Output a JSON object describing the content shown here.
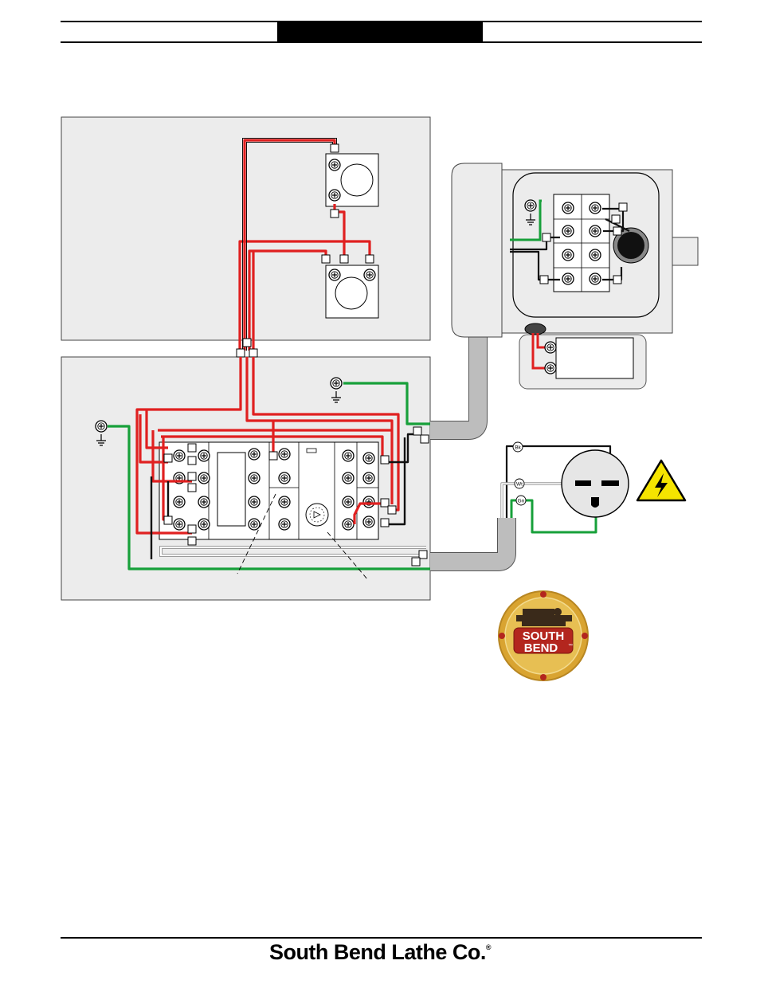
{
  "header": {
    "title": ""
  },
  "diagram": {
    "wire_labels": {
      "hot_1": "Bk",
      "neutral": "Wt",
      "ground": "Gn"
    },
    "logo_text": {
      "line1": "SOUTH",
      "line2": "BEND",
      "trademark": "™"
    },
    "colors": {
      "hot_wire": "#e02020",
      "neutral_wire": "#ffffff",
      "ground_wire": "#17a03a",
      "black_wire": "#111111",
      "conduit": "#bdbdbd",
      "panel_fill": "#ececec",
      "warning_yellow": "#f5e400",
      "logo_gold": "#d9a431",
      "logo_red": "#b3261e"
    },
    "icons": [
      "ground-symbol-icon",
      "terminal-screw-icon",
      "electrical-hazard-icon",
      "south-bend-logo"
    ]
  },
  "footer": {
    "brand": "South Bend Lathe Co.",
    "registered": "®"
  }
}
